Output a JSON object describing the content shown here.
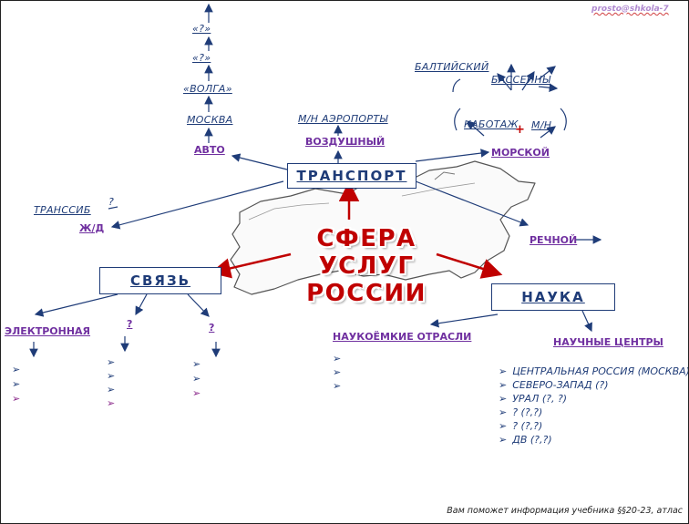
{
  "center_title": {
    "line1": "СФЕРА УСЛУГ",
    "line2": "РОССИИ"
  },
  "boxes": {
    "transport": "ТРАНСПОРТ",
    "svyaz": "СВЯЗЬ",
    "nauka": "НАУКА"
  },
  "transport": {
    "avto": "АВТО",
    "avto_chain": [
      "МОСКВА",
      "«ВОЛГА»",
      "«?»",
      "«?»"
    ],
    "vozdushny": "ВОЗДУШНЫЙ",
    "airports": "М/Н АЭРОПОРТЫ",
    "morskoy": "МОРСКОЙ",
    "kabotazh": "КАБОТАЖ",
    "plus": "+",
    "mn": "М/Н",
    "basseyny": "БАССЕЙНЫ",
    "baltiysky": "БАЛТИЙСКИЙ",
    "zhd": "Ж/Д",
    "transsib": "ТРАНССИБ",
    "question": "?",
    "rechnoy": "РЕЧНОЙ"
  },
  "svyaz": {
    "elektronnaya": "ЭЛЕКТРОННАЯ",
    "q1": "?",
    "q2": "?"
  },
  "nauka": {
    "naukoemkie": "НАУКОЁМКИЕ ОТРАСЛИ",
    "centry": "НАУЧНЫЕ ЦЕНТРЫ",
    "centers_list": [
      "ЦЕНТРАЛЬНАЯ РОССИЯ (МОСКВА)",
      "СЕВЕРО-ЗАПАД (?)",
      "УРАЛ (?, ?)",
      "? (?,?)",
      "? (?,?)",
      "ДВ (?,?)"
    ]
  },
  "bullet_mark": "➢",
  "corner_text": "prosto@shkola-7",
  "footer": "Вам поможет информация учебника §§20-23, атлас",
  "colors": {
    "navy": "#1f3c78",
    "purple": "#7030a0",
    "red": "#c00000"
  }
}
